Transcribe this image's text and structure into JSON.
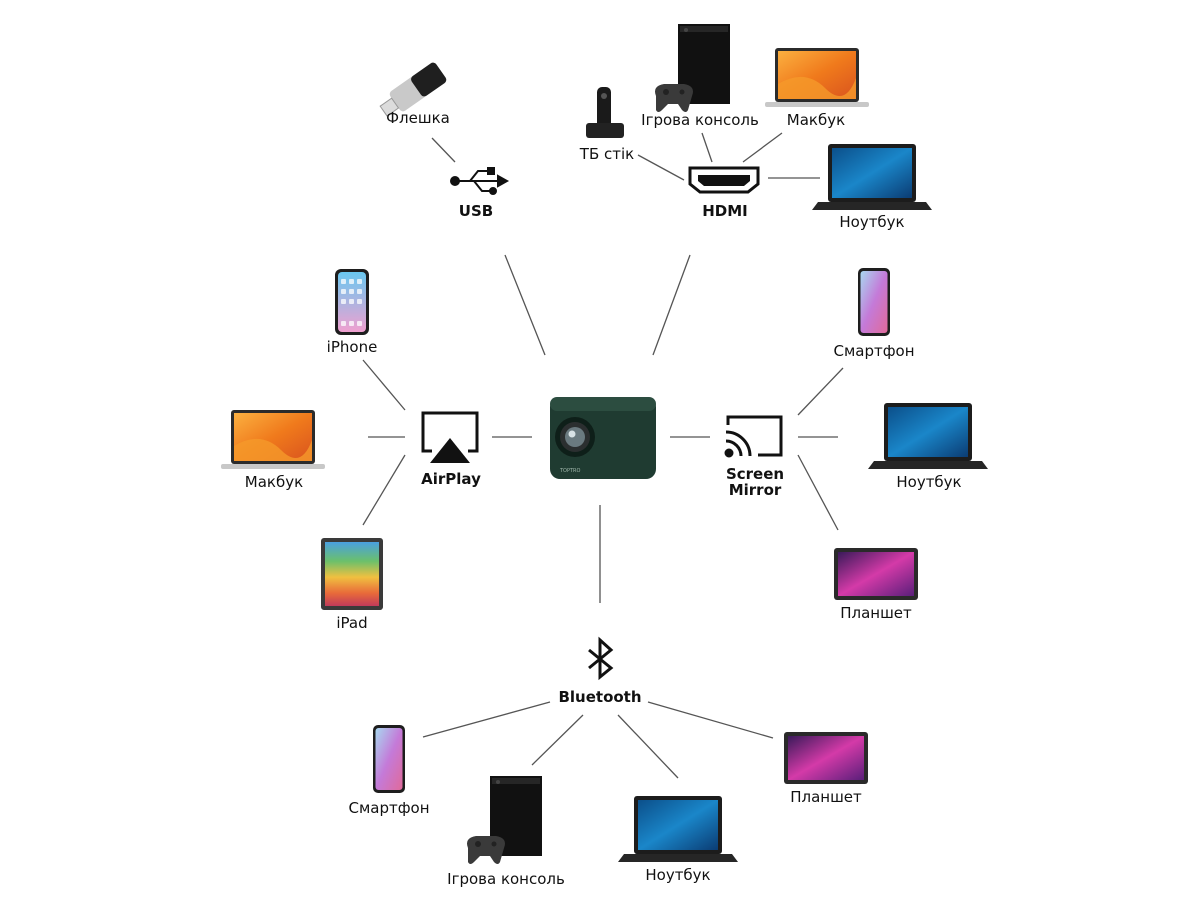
{
  "hubs": {
    "usb": "USB",
    "hdmi": "HDMI",
    "airplay": "AirPlay",
    "screen_mirror_line1": "Screen",
    "screen_mirror_line2": "Mirror",
    "bluetooth": "Bluetooth"
  },
  "devices": {
    "usb_flash": "Флешка",
    "hdmi_tv_stick": "ТБ стік",
    "hdmi_console": "Ігрова консоль",
    "hdmi_macbook": "Макбук",
    "hdmi_laptop": "Ноутбук",
    "airplay_iphone": "iPhone",
    "airplay_macbook": "Макбук",
    "airplay_ipad": "iPad",
    "mirror_smartphone": "Смартфон",
    "mirror_laptop": "Ноутбук",
    "mirror_tablet": "Планшет",
    "bt_smartphone": "Смартфон",
    "bt_console": "Ігрова консоль",
    "bt_laptop": "Ноутбук",
    "bt_tablet": "Планшет"
  },
  "projector_brand": "TOPTRO",
  "colors": {
    "projector": "#1f3b31",
    "line": "#555555",
    "macbook_orange": "#f08a24",
    "laptop_blue": "#1a86c9",
    "tablet_pink": "#c03aa0"
  }
}
